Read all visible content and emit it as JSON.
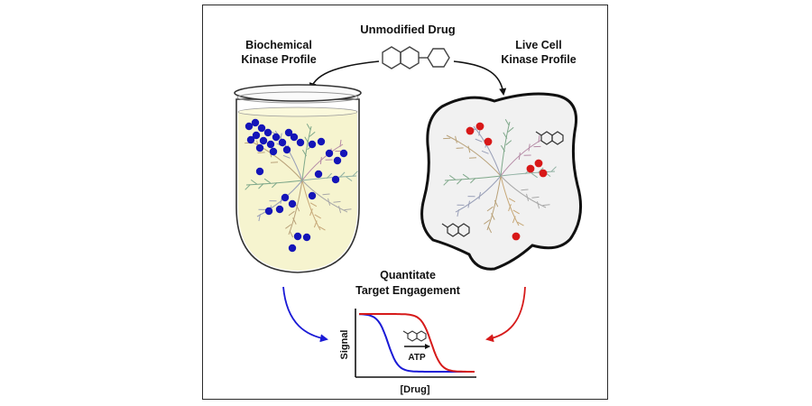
{
  "labels": {
    "drug": "Unmodified Drug",
    "biochem_line1": "Biochemical",
    "biochem_line2": "Kinase Profile",
    "livecell_line1": "Live Cell",
    "livecell_line2": "Kinase Profile",
    "quant_line1": "Quantitate",
    "quant_line2": "Target Engagement"
  },
  "chart_data": {
    "type": "line",
    "xlabel": "[Drug]",
    "ylabel": "Signal",
    "annotation": "ATP",
    "series": [
      {
        "color": "#1a1ad6"
      },
      {
        "color": "#d61a1a"
      }
    ]
  },
  "colors": {
    "biochem_dots": "#1515b8",
    "cell_dots": "#d81818",
    "beaker_fill": "#f6f4cf",
    "cell_fill": "#f1f1f1",
    "arrow_blue": "#1a1ad6",
    "arrow_red": "#d61a1a"
  },
  "icons": {
    "drug_structure": "biphenyl-structure-icon",
    "atp_molecule": "atp-molecule-icon",
    "kinome_tree": "kinome-tree-icon"
  }
}
